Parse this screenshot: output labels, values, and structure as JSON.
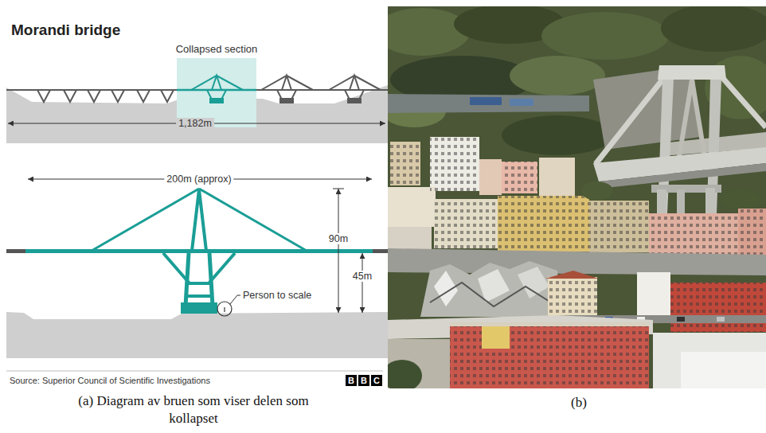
{
  "diagram": {
    "title": "Morandi bridge",
    "caption": "(a) Diagram av bruen som viser delen som kollapset",
    "nodes": [
      {
        "text": [
          "Collapsed section"
        ]
      },
      {
        "text": [
          "B"
        ]
      },
      {
        "text": [
          "B"
        ]
      },
      {
        "text": [
          "C"
        ]
      }
    ],
    "labels": [
      "1,182m",
      "200m (approx)",
      "90m",
      "45m",
      "Person to scale",
      "Source: Superior Council of Scientific Investigations",
      "(b)"
    ]
  }
}
